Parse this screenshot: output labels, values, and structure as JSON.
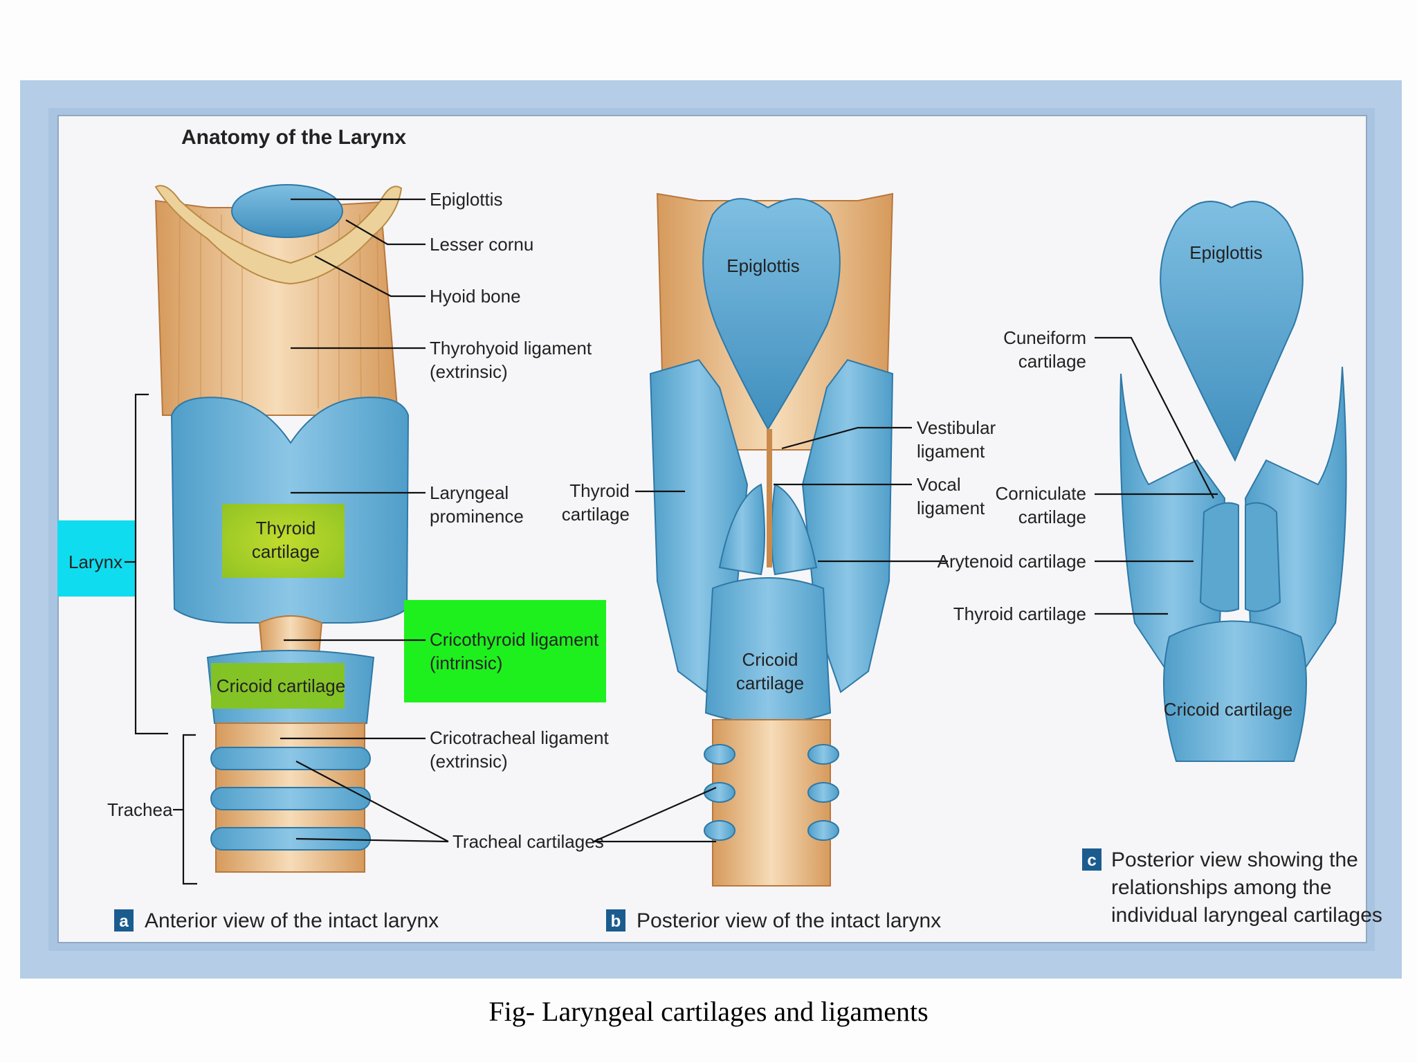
{
  "figure": {
    "title": "Anatomy of the Larynx",
    "panel_a": {
      "letter": "a",
      "caption": "Anterior view of the intact larynx",
      "labels": {
        "epiglottis": "Epiglottis",
        "lesser_cornu": "Lesser cornu",
        "hyoid_bone": "Hyoid bone",
        "thyrohyoid_1": "Thyrohyoid ligament",
        "thyrohyoid_2": "(extrinsic)",
        "laryngeal_prom_1": "Laryngeal",
        "laryngeal_prom_2": "prominence",
        "thyroid_1": "Thyroid",
        "thyroid_2": "cartilage",
        "cricothyroid_1": "Cricothyroid ligament",
        "cricothyroid_2": "(intrinsic)",
        "cricoid": "Cricoid cartilage",
        "cricotracheal_1": "Cricotracheal ligament",
        "cricotracheal_2": "(extrinsic)",
        "tracheal_cartilages": "Tracheal cartilages",
        "larynx": "Larynx",
        "trachea": "Trachea"
      }
    },
    "panel_b": {
      "letter": "b",
      "caption": "Posterior view of the intact larynx",
      "labels": {
        "epiglottis": "Epiglottis",
        "thyroid_1": "Thyroid",
        "thyroid_2": "cartilage",
        "vestibular_1": "Vestibular",
        "vestibular_2": "ligament",
        "vocal_1": "Vocal",
        "vocal_2": "ligament",
        "cricoid_1": "Cricoid",
        "cricoid_2": "cartilage"
      }
    },
    "panel_c": {
      "letter": "c",
      "caption_1": "Posterior view showing the",
      "caption_2": "relationships among the",
      "caption_3": "individual laryngeal cartilages",
      "labels": {
        "epiglottis": "Epiglottis",
        "cuneiform_1": "Cuneiform",
        "cuneiform_2": "cartilage",
        "corniculate_1": "Corniculate",
        "corniculate_2": "cartilage",
        "arytenoid": "Arytenoid cartilage",
        "thyroid": "Thyroid cartilage",
        "cricoid": "Cricoid cartilage"
      }
    },
    "highlight_colors": {
      "larynx_box": "#10dcef",
      "thyroid_box": "#b8d41a",
      "cricoid_box": "#7ec61a",
      "cricothyroid_box": "#1ef01e"
    }
  },
  "caption": "Fig- Laryngeal cartilages and ligaments"
}
